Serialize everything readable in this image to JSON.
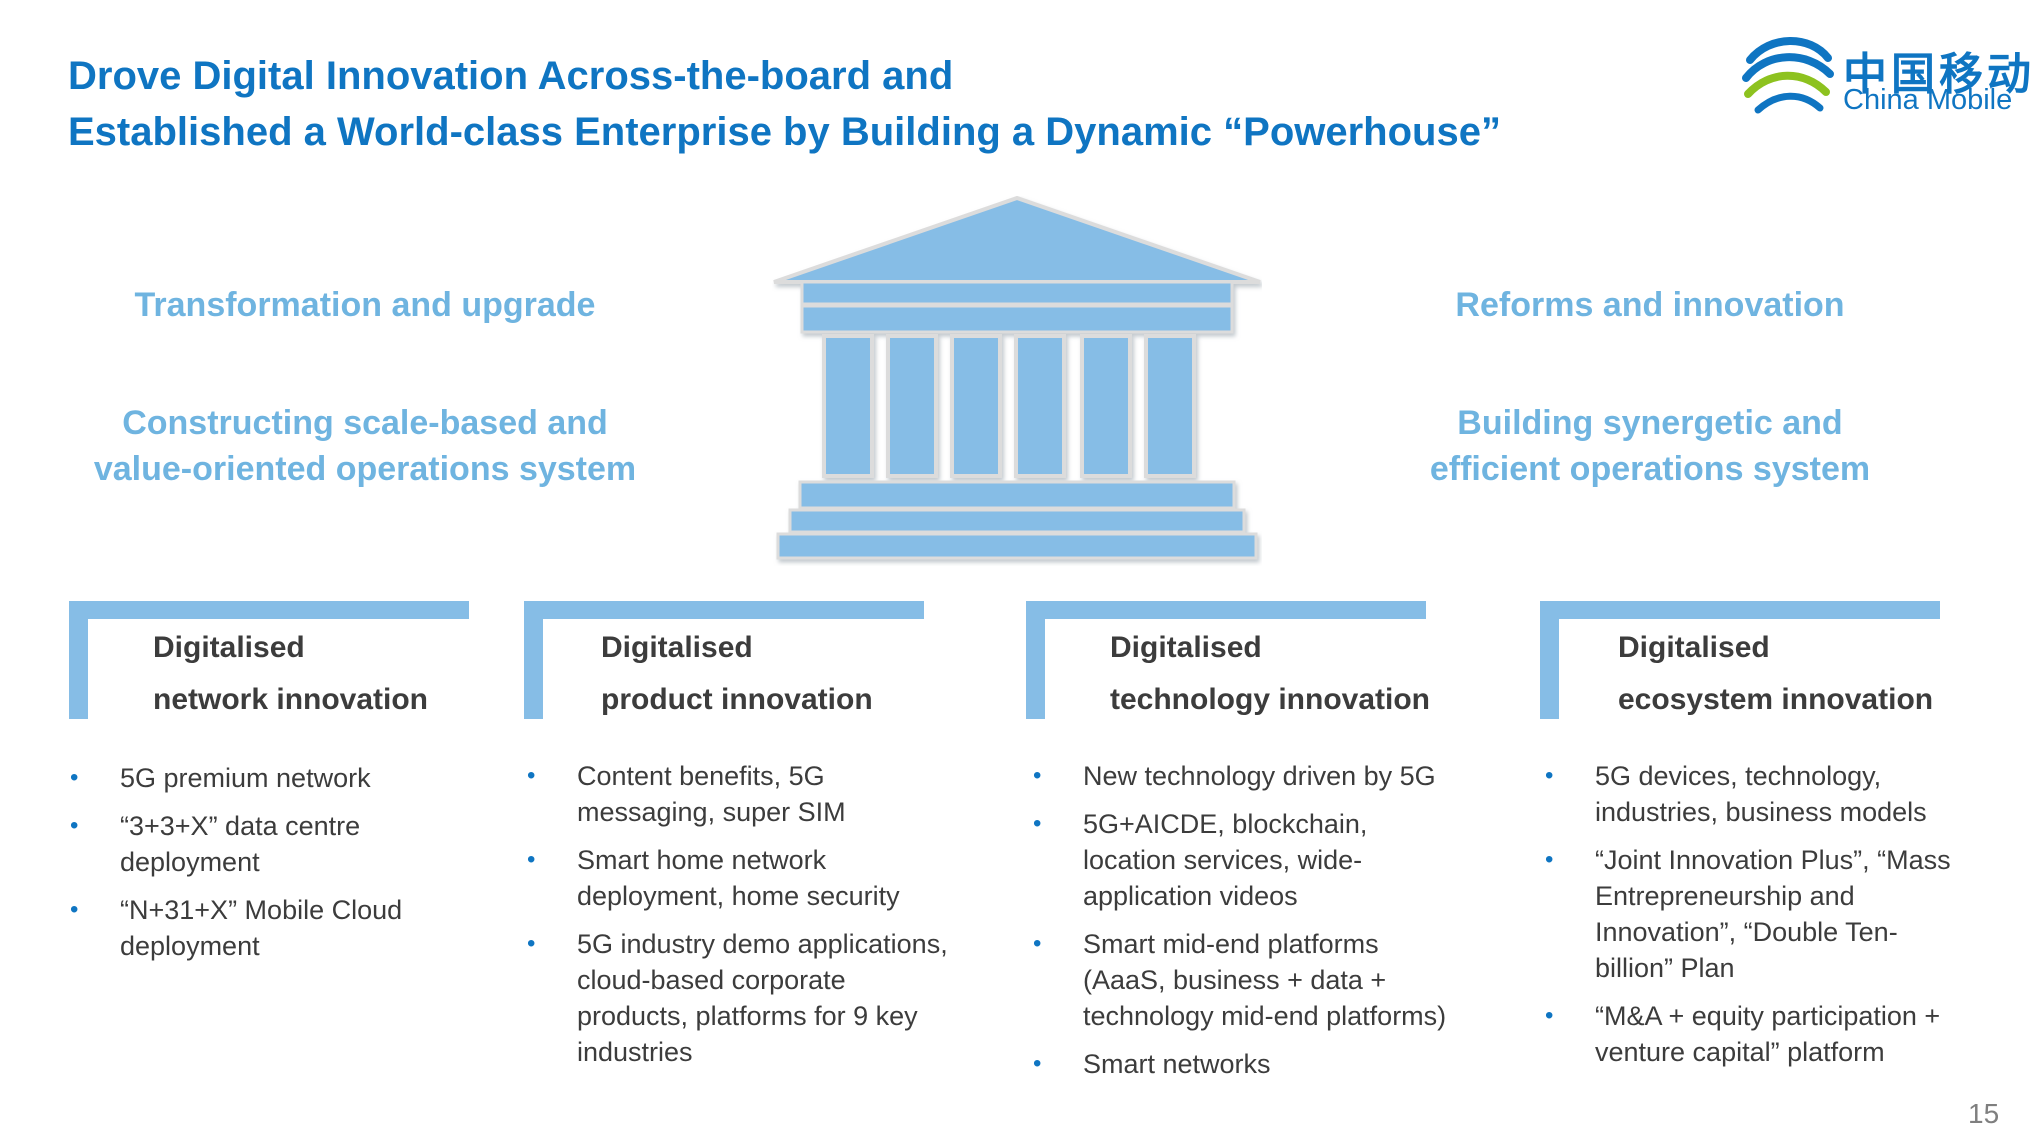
{
  "header": {
    "title_line1": "Drove Digital Innovation Across-the-board and",
    "title_line2": "Established a World-class Enterprise by Building a Dynamic “Powerhouse”"
  },
  "logo": {
    "chinese": "中国移动",
    "english": "China Mobile",
    "icon": "china-mobile-logo-icon",
    "colors": {
      "blue": "#0f75c2",
      "green": "#8dc21f"
    }
  },
  "themes": {
    "left_top": "Transformation and upgrade",
    "left_bottom_line1": "Constructing scale-based and",
    "left_bottom_line2": "value-oriented operations system",
    "right_top": "Reforms and innovation",
    "right_bottom_line1": "Building synergetic and",
    "right_bottom_line2": "efficient operations system"
  },
  "pillars": [
    {
      "line1": "Digitalised",
      "line2": "network innovation",
      "bullets": [
        "5G premium network",
        "“3+3+X” data centre deployment",
        "“N+31+X” Mobile Cloud deployment"
      ]
    },
    {
      "line1": "Digitalised",
      "line2": "product innovation",
      "bullets": [
        "Content benefits, 5G messaging, super SIM",
        "Smart home network deployment, home security",
        "5G industry demo applications, cloud-based corporate products, platforms for 9 key industries"
      ]
    },
    {
      "line1": "Digitalised",
      "line2": "technology innovation",
      "bullets": [
        "New technology driven by 5G",
        "5G+AICDE, blockchain, location services, wide-application videos",
        "Smart mid-end platforms (AaaS, business + data + technology mid-end platforms)",
        "Smart networks"
      ]
    },
    {
      "line1": "Digitalised",
      "line2": "ecosystem innovation",
      "bullets": [
        "5G devices, technology, industries, business models",
        "“Joint Innovation Plus”, “Mass Entrepreneurship and Innovation”, “Double Ten-billion” Plan",
        "“M&A + equity participation + venture capital” platform"
      ]
    }
  ],
  "page_number": "15",
  "colors": {
    "title": "#0f75c2",
    "theme_text": "#6fb4e0",
    "bracket": "#86bde6",
    "temple": "#86bde6",
    "body_text": "#3c3c3c"
  }
}
